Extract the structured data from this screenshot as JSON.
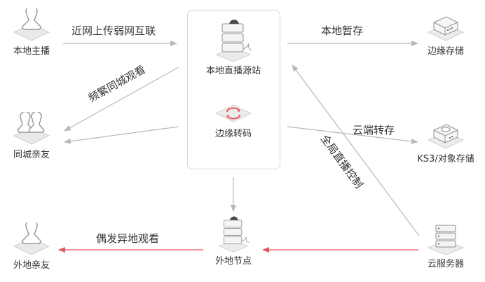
{
  "nodes": {
    "local_host": "本地主播",
    "same_city": "同城亲友",
    "remote_friends": "外地亲友",
    "origin": "本地直播源站",
    "transcode": "边缘转码",
    "remote_node": "外地节点",
    "edge_storage": "边缘存储",
    "ks3_storage": "KS3/对象存储",
    "cloud_server": "云服务器"
  },
  "edges": {
    "nearby_upload": "近网上传弱网互联",
    "same_city_watch": "频繁同城观看",
    "local_temp_store": "本地暂存",
    "cloud_storage": "云端转存",
    "global_control": "全局直播控制",
    "remote_watch": "偶发异地观看"
  },
  "colors": {
    "arrow_gray": "#b8b8b8",
    "arrow_red": "#e8555b",
    "icon_gray": "#cfcfcf"
  }
}
